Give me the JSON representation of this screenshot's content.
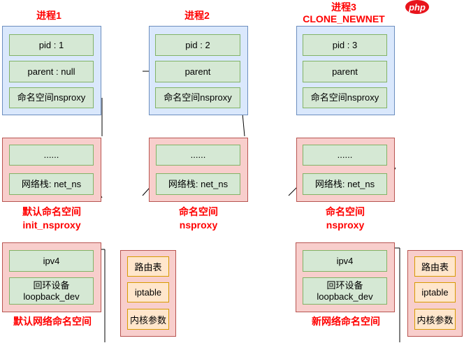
{
  "processes": [
    {
      "title": "进程1",
      "subtitle": "",
      "pid": "pid : 1",
      "parent": "parent : null",
      "nsproxy": "命名空间nsproxy"
    },
    {
      "title": "进程2",
      "subtitle": "",
      "pid": "pid : 2",
      "parent": "parent",
      "nsproxy": "命名空间nsproxy"
    },
    {
      "title": "进程3",
      "subtitle": "CLONE_NEWNET",
      "pid": "pid : 3",
      "parent": "parent",
      "nsproxy": "命名空间nsproxy"
    }
  ],
  "namespaces": [
    {
      "dots": "......",
      "netns": "网络栈: net_ns",
      "label1": "默认命名空间",
      "label2": "init_nsproxy"
    },
    {
      "dots": "......",
      "netns": "网络栈: net_ns",
      "label1": "命名空间",
      "label2": "nsproxy"
    },
    {
      "dots": "......",
      "netns": "网络栈: net_ns",
      "label1": "命名空间",
      "label2": "nsproxy"
    }
  ],
  "netspaces": [
    {
      "ipv4": "ipv4",
      "loopback_line1": "回环设备",
      "loopback_line2": "loopback_dev",
      "label": "默认网络命名空间"
    },
    {
      "ipv4": "ipv4",
      "loopback_line1": "回环设备",
      "loopback_line2": "loopback_dev",
      "label": "新网络命名空间"
    }
  ],
  "tables": [
    {
      "route": "路由表",
      "iptable": "iptable",
      "params": "内核参数"
    },
    {
      "route": "路由表",
      "iptable": "iptable",
      "params": "内核参数"
    }
  ],
  "logo": "php",
  "colors": {
    "process_fill": "#dae8fc",
    "process_border": "#6c8ebf",
    "namespace_fill": "#f8cecc",
    "namespace_border": "#b85450",
    "cell_fill": "#d5e8d4",
    "cell_border": "#82b366",
    "table_fill": "#ffe6cc",
    "table_border": "#d79b00",
    "label_color": "#ff0000"
  }
}
